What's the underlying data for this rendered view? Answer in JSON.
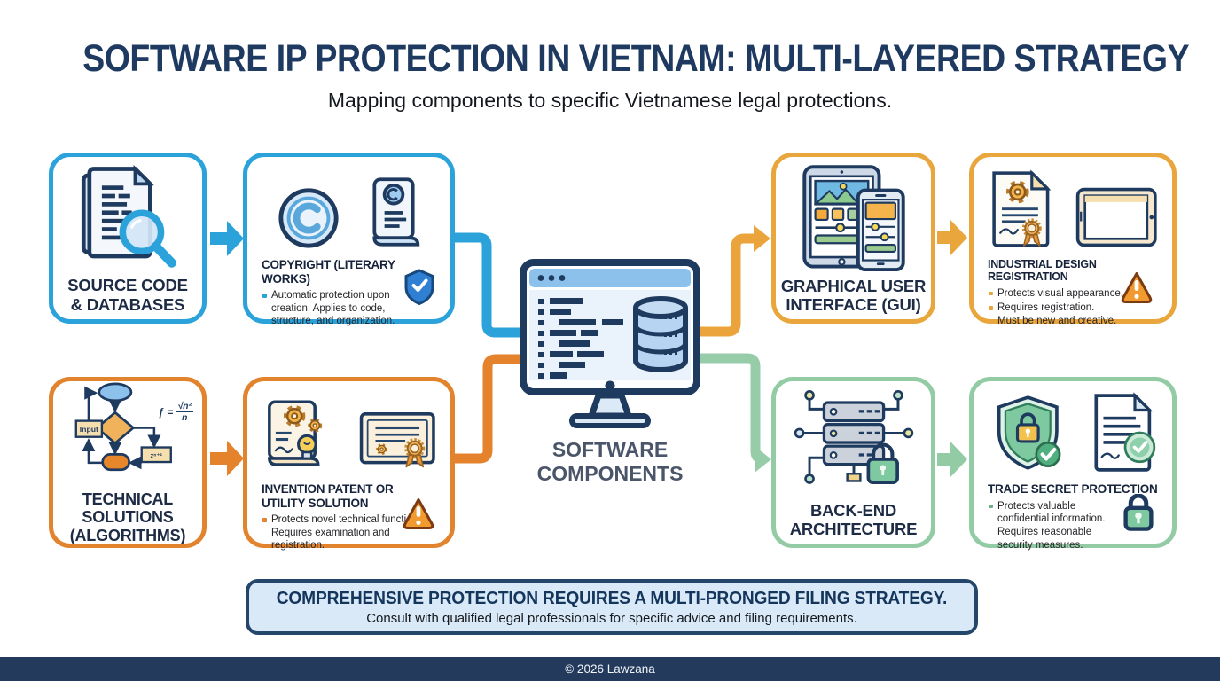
{
  "header": {
    "title": "SOFTWARE IP PROTECTION IN VIETNAM: MULTI-LAYERED STRATEGY",
    "subtitle": "Mapping components to specific Vietnamese legal protections."
  },
  "center": {
    "label": "SOFTWARE\nCOMPONENTS",
    "icon": "monitor-code-database-icon"
  },
  "components": {
    "source_code": {
      "label": "SOURCE CODE\n& DATABASES",
      "icon": "document-magnifier-icon"
    },
    "technical": {
      "label": "TECHNICAL\nSOLUTIONS\n(ALGORITHMS)",
      "icon": "flowchart-icon"
    },
    "gui": {
      "label": "GRAPHICAL USER\nINTERFACE (GUI)",
      "icon": "tablet-phone-icon"
    },
    "backend": {
      "label": "BACK-END\nARCHITECTURE",
      "icon": "server-stack-padlock-icon"
    }
  },
  "protections": {
    "copyright": {
      "heading": "COPYRIGHT (LITERARY WORKS)",
      "bullets": [
        "Automatic protection upon creation. Applies to code, structure, and organization."
      ],
      "badge": "shield-check-icon",
      "icons": [
        "copyright-symbol-icon",
        "copyright-scroll-icon"
      ]
    },
    "invention": {
      "heading": "INVENTION PATENT OR\nUTILITY SOLUTION",
      "bullets": [
        "Protects novel technical functions. Requires examination and registration."
      ],
      "badge": "warning-triangle-icon",
      "icons": [
        "patent-scroll-icon",
        "certificate-seal-icon"
      ]
    },
    "industrial": {
      "heading": "INDUSTRIAL DESIGN REGISTRATION",
      "bullets": [
        "Protects visual appearance.",
        "Requires registration.\nMust be new and creative."
      ],
      "badge": "warning-triangle-icon",
      "icons": [
        "design-certificate-icon",
        "tablet-landscape-icon"
      ]
    },
    "trade_secret": {
      "heading": "TRADE SECRET PROTECTION",
      "bullets": [
        "Protects valuable confidential information. Requires reasonable security measures."
      ],
      "badge": "padlock-icon",
      "icons": [
        "shield-lock-check-icon",
        "document-check-icon"
      ]
    }
  },
  "flowchart": {
    "input_label": "Input",
    "step_label": "zⁿ⁺¹",
    "formula_prefix": "ƒ =",
    "formula_numerator": "√n²",
    "formula_denominator": "n"
  },
  "banner": {
    "heading": "COMPREHENSIVE PROTECTION REQUIRES A MULTI-PRONGED FILING STRATEGY.",
    "subtext": "Consult with qualified legal professionals for specific advice and filing requirements."
  },
  "footer": {
    "copyright": "© 2026 Lawzana"
  },
  "colors": {
    "blue": "#2BA3DA",
    "orange": "#E2832D",
    "amber": "#E9A63C",
    "green": "#93CBA5",
    "navy": "#1E3A60",
    "banner_bg": "#D9E9F7",
    "footer_bg": "#233A5C"
  }
}
